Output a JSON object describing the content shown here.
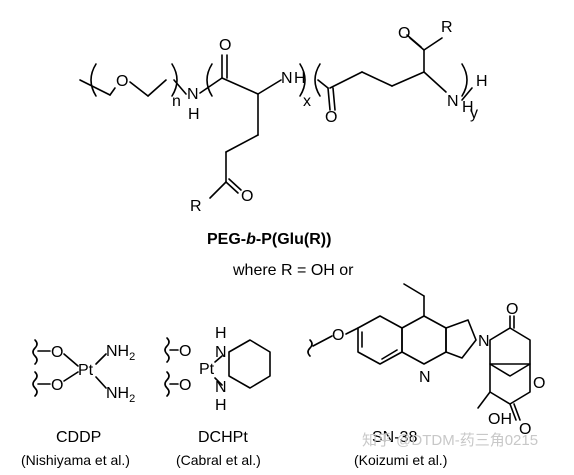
{
  "polymer": {
    "atoms": {
      "o_chain": "O",
      "n_amide1": "N",
      "h_amide1": "H",
      "o_carbonyl1": "O",
      "n_amide2": "N",
      "h_amide2": "H",
      "o_carbonyl2": "O",
      "o_top": "O",
      "r_top": "R",
      "n_end": "N",
      "h_end1": "H",
      "h_end2": "H",
      "o_side": "O",
      "r_side": "R"
    },
    "subscripts": {
      "n": "n",
      "x": "x",
      "y": "y"
    },
    "name_pre": "PEG-",
    "name_b": "b",
    "name_post": "-P(Glu(R))"
  },
  "where_text": "where R = OH or",
  "cddp": {
    "atoms": {
      "o1": "O",
      "o2": "O",
      "pt": "Pt",
      "nh2_a": "NH",
      "nh2_b": "NH",
      "sub2": "2"
    },
    "name": "CDDP",
    "citation": "(Nishiyama et al.)"
  },
  "dachpt": {
    "atoms": {
      "o1": "O",
      "o2": "O",
      "pt": "Pt",
      "h1": "H",
      "n1": "N",
      "n2": "N",
      "h2": "H"
    },
    "name": "DCHPt",
    "citation": "(Cabral et al.)"
  },
  "sn38": {
    "atoms": {
      "o_ether": "O",
      "n_ring": "N",
      "n_lactam": "N",
      "o_lactam": "O",
      "o_ring": "O",
      "o_lactone": "O",
      "oh": "OH"
    },
    "name": "SN-38",
    "citation": "(Koizumi et al.)"
  },
  "watermark": "知乎 @DTDM-药三角0215"
}
